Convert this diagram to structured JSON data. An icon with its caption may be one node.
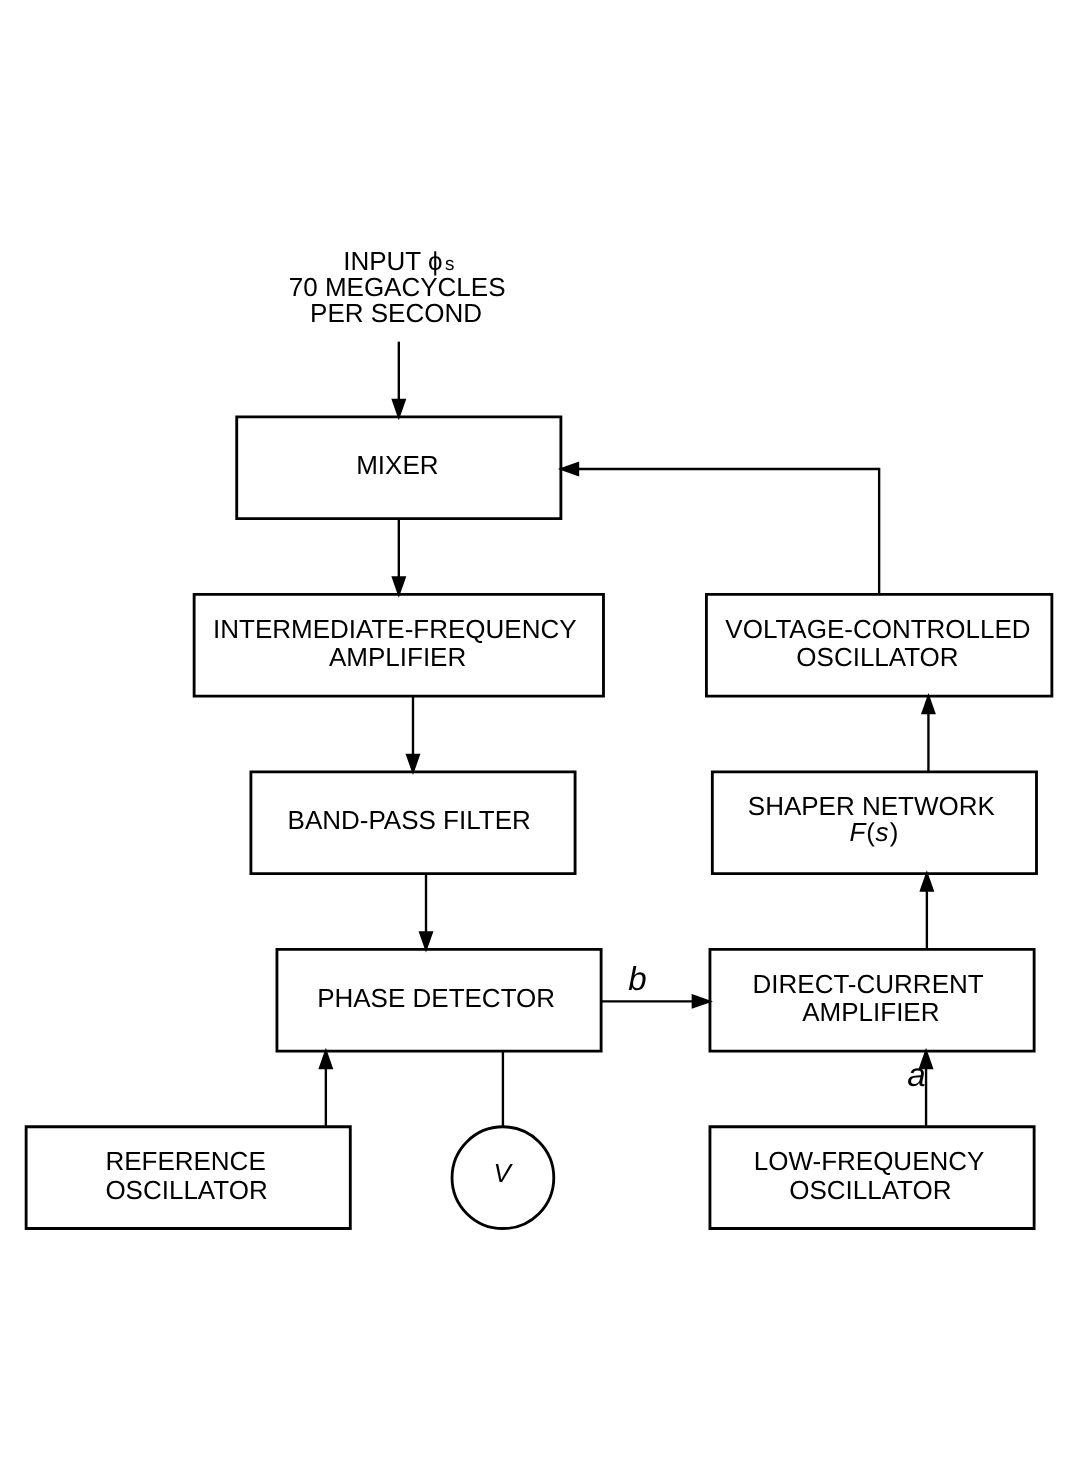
{
  "diagram": {
    "nodes": [
      {
        "text": [
          "INPUT ϕ$_{s}$ 70 MEGACYCLES PER SECOND"
        ]
      },
      {
        "text": [
          "MIXER"
        ]
      },
      {
        "text": [
          "INTERMEDIATE-FREQUENCY AMPLIFIER"
        ]
      },
      {
        "text": [
          "BAND-PASS FILTER"
        ]
      },
      {
        "text": [
          "PHASE DETECTOR"
        ]
      },
      {
        "text": [
          "REFERENCE OSCILLATOR"
        ]
      },
      {
        "text": [
          "V"
        ]
      },
      {
        "text": [
          "VOLTAGE-CONTROLLED OSCILLATOR"
        ]
      },
      {
        "text": [
          "SHAPER NETWORK *F*(*s*)"
        ]
      },
      {
        "text": [
          "DIRECT-CURRENT AMPLIFIER"
        ]
      },
      {
        "text": [
          "LOW-FREQUENCY OSCILLATOR"
        ]
      }
    ],
    "edges": [
      {
        "from": 0,
        "to": 1,
        "arrow": "to"
      },
      {
        "from": 1,
        "to": 2,
        "arrow": "to"
      },
      {
        "from": 2,
        "to": 3,
        "arrow": "to"
      },
      {
        "from": 3,
        "to": 4,
        "arrow": "to"
      },
      {
        "from": 5,
        "to": 4,
        "arrow": "to"
      },
      {
        "from": 4,
        "to": 9,
        "arrow": "to",
        "label": "b"
      },
      {
        "from": 4,
        "to": 6,
        "arrow": "none"
      },
      {
        "from": 10,
        "to": 9,
        "arrow": "to",
        "label": "a"
      },
      {
        "from": 9,
        "to": 8,
        "arrow": "to"
      },
      {
        "from": 8,
        "to": 7,
        "arrow": "to"
      },
      {
        "from": 7,
        "to": 1,
        "arrow": "to"
      }
    ]
  }
}
